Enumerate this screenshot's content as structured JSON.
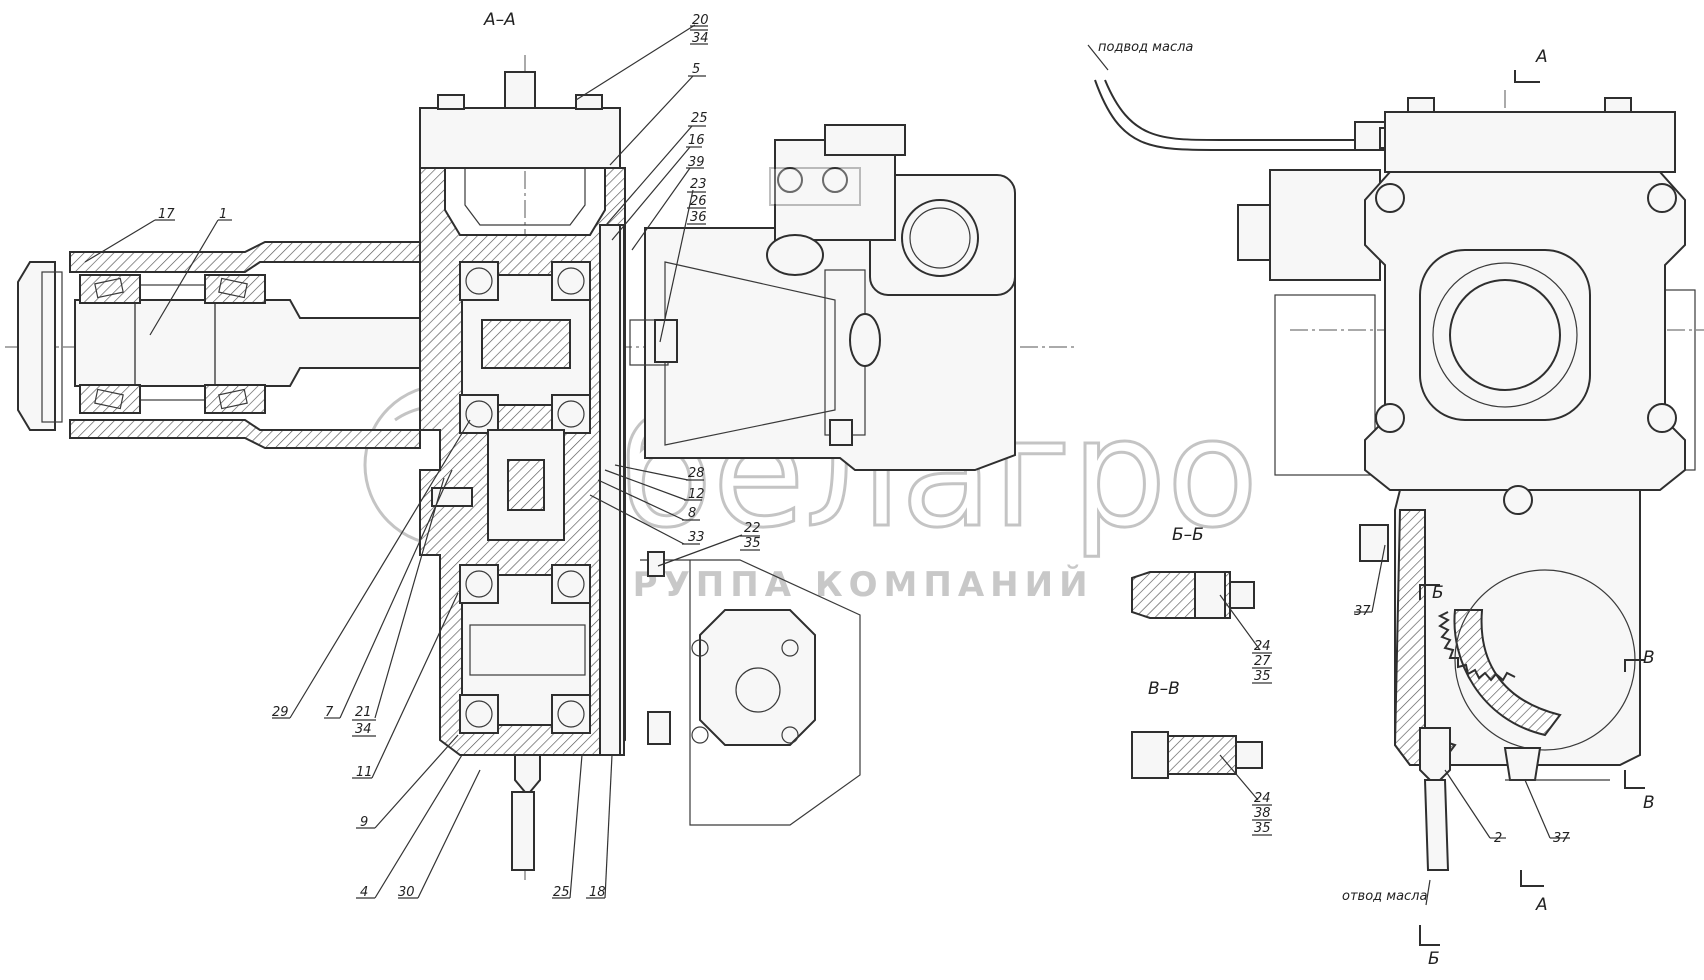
{
  "section_titles": {
    "aa": "А–А",
    "bb": "Б–Б",
    "vv": "В–В"
  },
  "flow_labels": {
    "oil_in": "подвод масла",
    "oil_out": "отвод масла"
  },
  "cut_marks": {
    "a_top": "А",
    "a_bottom": "А",
    "b_left": "Б",
    "b_bottom": "Б",
    "v_right_top": "В",
    "v_right_bottom": "В"
  },
  "callouts": {
    "c20": "20",
    "c34a": "34",
    "c5": "5",
    "c25a": "25",
    "c16": "16",
    "c39": "39",
    "c23": "23",
    "c26": "26",
    "c36": "36",
    "c17": "17",
    "c1": "1",
    "c28": "28",
    "c12": "12",
    "c8": "8",
    "c33": "33",
    "c22": "22",
    "c35a": "35",
    "c29": "29",
    "c7": "7",
    "c21": "21",
    "c34b": "34",
    "c11": "11",
    "c9": "9",
    "c4": "4",
    "c30": "30",
    "c25b": "25",
    "c18": "18",
    "c24a": "24",
    "c27": "27",
    "c35b": "35",
    "c24b": "24",
    "c38": "38",
    "c35c": "35",
    "c37a": "37",
    "c2": "2",
    "c37b": "37"
  },
  "watermark": {
    "brand": "белагро",
    "subtitle": "ГРУППА КОМПАНИЙ"
  }
}
